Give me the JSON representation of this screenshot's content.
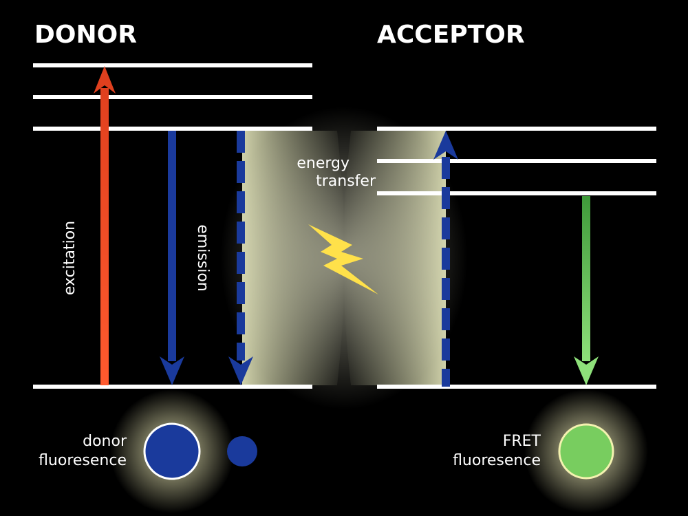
{
  "donor": {
    "title": "DONOR",
    "excitation_label": "excitation",
    "emission_label": "emission",
    "fluorescence_label_line1": "donor",
    "fluorescence_label_line2": "fluoresence"
  },
  "acceptor": {
    "title": "ACCEPTOR",
    "fluorescence_label_line1": "FRET",
    "fluorescence_label_line2": "fluoresence"
  },
  "transfer": {
    "label_line1": "energy",
    "label_line2": "transfer"
  },
  "colors": {
    "background": "#000000",
    "energy_level": "#ffffff",
    "excitation": "#ee4422",
    "emission": "#1a3a9c",
    "fret_fluorescence": "#66c85a",
    "transfer_glow": "#f4f6c8",
    "lightning": "#ffe14a"
  },
  "icons": {
    "transfer_symbol": "lightning-bolt-icon"
  }
}
